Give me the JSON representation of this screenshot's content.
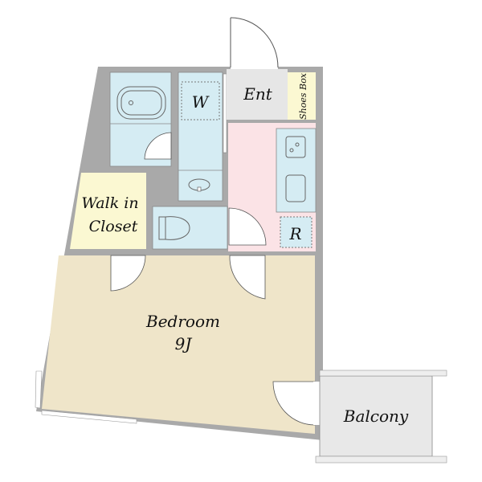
{
  "floorplan": {
    "rooms": {
      "entrance": "Ent",
      "shoes_box": "Shoes Box",
      "washroom": "W",
      "walk_in_closet_line1": "Walk in",
      "walk_in_closet_line2": "Closet",
      "refrigerator": "R",
      "bedroom": "Bedroom",
      "bedroom_size": "9J",
      "balcony": "Balcony"
    },
    "colors": {
      "wall": "#a9a9a9",
      "wet_area": "#d5ecf3",
      "corridor": "#fbe3e6",
      "closet": "#fbf8d2",
      "bedroom": "#efe5c9",
      "entrance": "#e6e6e6",
      "balcony": "#e8e8e8"
    }
  }
}
